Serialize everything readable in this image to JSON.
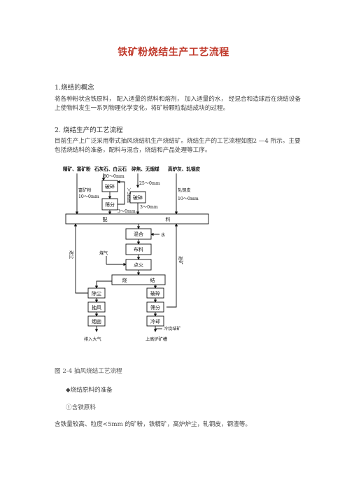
{
  "title": "铁矿粉烧结生产工艺流程",
  "section1": {
    "heading": "1.烧结的概念",
    "para": "将各种粉状含铁原料，  配入适量的燃料和熔剂，  加入适量的水，  经混合和造球后在烧结设备上使物料发生一系列物理化学变化，将矿粉颗粒黏结成块的过程。"
  },
  "section2": {
    "heading": "2. 烧结生产的工艺流程",
    "para": "目前生产上广泛采用带式抽风烧结机生产烧结矿。烧结生产的工艺流程如图2 —4 所示。主要包括烧结料的准备，配料与混合，烧结和产品处理等工序。"
  },
  "diagram": {
    "inputs": {
      "ore": "精矿、富矿粉",
      "flux": "石灰石、白云石",
      "fuel": "碎焦、无烟煤",
      "other": "高炉灰、轧钢皮"
    },
    "labels": {
      "rich_ore": "富矿粉",
      "rich_ore_size": "10～0mm",
      "flux_size": "80～0mm",
      "flux_gt": "＞3mm",
      "flux_lt": "3～0mm",
      "fuel_size_in": "25～0mm",
      "fuel_size_out": "3～0mm",
      "mill_scale": "轧钢皮",
      "mill_scale_size": "10～0mm",
      "water": "水",
      "gas": "煤气",
      "dust_return": "返尘",
      "return_fines": "返矿",
      "cold_sinter": "冷烧结矿",
      "to_bf": "上高炉矿槽",
      "to_air": "排入大气"
    },
    "boxes": {
      "crush1": "破碎",
      "screen1": "筛分",
      "crush2": "破碎",
      "batch_left": "配",
      "batch_right": "料",
      "mix": "混合",
      "dist": "布料",
      "ignite": "点火",
      "sinter_left": "烧",
      "sinter_right": "结",
      "dedust": "除尘",
      "crush3": "破碎",
      "fan": "抽风",
      "screen2": "筛分",
      "chimney": "烟囱",
      "cool": "冷却"
    }
  },
  "caption": "图  2-4  抽风烧结工艺流程",
  "bullet": "◆烧结原料的准备",
  "sub": "①含铁原料",
  "last_para": "含铁量较高、粒度<5mm 的矿粉，铁精矿，高炉炉尘，轧钢皮，钢渣等。"
}
